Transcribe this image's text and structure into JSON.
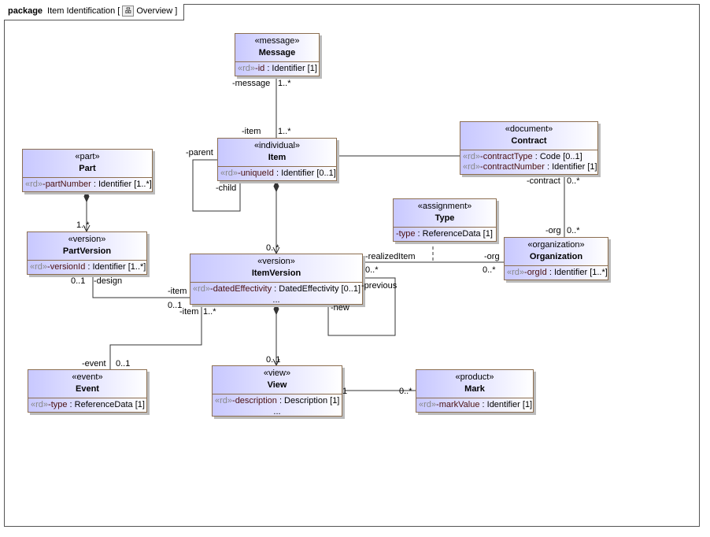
{
  "frame": {
    "kind": "package",
    "name": "Item Identification [",
    "diagram": "Overview",
    "close": "]"
  },
  "classes": {
    "message": {
      "stereotype": "«message»",
      "name": "Message",
      "attr_stereo": "«rd»",
      "attr_name": "-id",
      "attr_type": " : Identifier [1]"
    },
    "item": {
      "stereotype": "«individual»",
      "name": "Item",
      "attr_stereo": "«rd»",
      "attr_name": "-uniqueId",
      "attr_type": " : Identifier [0..1]"
    },
    "contract": {
      "stereotype": "«document»",
      "name": "Contract",
      "attr_stereo": "«rd»",
      "attr_name": "-contractType",
      "attr_type": " : Code [0..1]",
      "attr2_stereo": "«rd»",
      "attr2_name": "-contractNumber",
      "attr2_type": " : Identifier [1]"
    },
    "part": {
      "stereotype": "«part»",
      "name": "Part",
      "attr_stereo": "«rd»",
      "attr_name": "-partNumber",
      "attr_type": " : Identifier [1..*]"
    },
    "partversion": {
      "stereotype": "«version»",
      "name": "PartVersion",
      "attr_stereo": "«rd»",
      "attr_name": "-versionId",
      "attr_type": " : Identifier [1..*]"
    },
    "type": {
      "stereotype": "«assignment»",
      "name": "Type",
      "attr_name": "-type",
      "attr_type": " : ReferenceData [1]"
    },
    "organization": {
      "stereotype": "«organization»",
      "name": "Organization",
      "attr_stereo": "«rd»",
      "attr_name": "-orgId",
      "attr_type": " : Identifier [1..*]"
    },
    "itemversion": {
      "stereotype": "«version»",
      "name": "ItemVersion",
      "attr_stereo": "«rd»",
      "attr_name": "-datedEffectivity",
      "attr_type": " : DatedEffectivity [0..1]",
      "more": "..."
    },
    "event": {
      "stereotype": "«event»",
      "name": "Event",
      "attr_stereo": "«rd»",
      "attr_name": "-type",
      "attr_type": " : ReferenceData [1]"
    },
    "view": {
      "stereotype": "«view»",
      "name": "View",
      "attr_stereo": "«rd»",
      "attr_name": "-description",
      "attr_type": " : Description [1]",
      "more": "..."
    },
    "mark": {
      "stereotype": "«product»",
      "name": "Mark",
      "attr_stereo": "«rd»",
      "attr_name": "-markValue",
      "attr_type": " : Identifier [1]"
    }
  },
  "labels": [
    "-message",
    "1..*",
    "-item",
    "1..*",
    "-parent",
    "-child",
    "-contract",
    "0..*",
    "-org",
    "0..*",
    "1..*",
    "0..*",
    "-design",
    "0..1",
    "-item",
    "0..1",
    "-item",
    "1..*",
    "-realizedItem",
    "0..*",
    "-org",
    "0..*",
    "-previous",
    "-new",
    "-event",
    "0..1",
    "0..1",
    "1",
    "0..*"
  ]
}
